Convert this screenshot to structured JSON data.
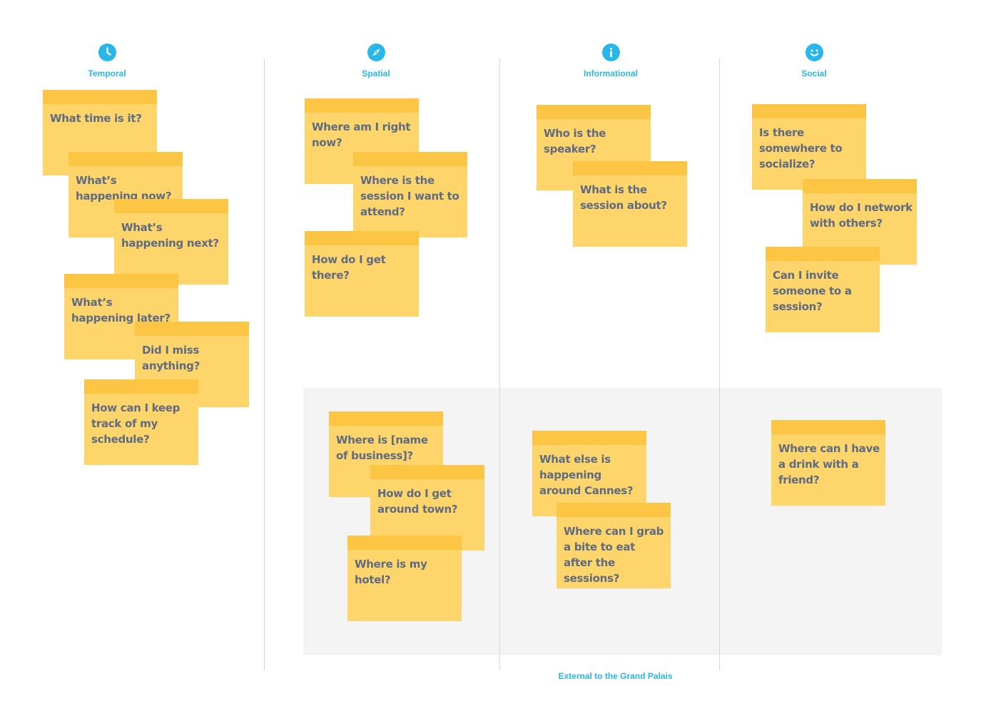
{
  "columns": {
    "temporal": {
      "label": "Temporal",
      "icon": "clock-icon"
    },
    "spatial": {
      "label": "Spatial",
      "icon": "compass-icon"
    },
    "informational": {
      "label": "Informational",
      "icon": "info-icon"
    },
    "social": {
      "label": "Social",
      "icon": "smiley-icon"
    }
  },
  "colors": {
    "accent": "#29b6e8",
    "note": "#fdd56b",
    "note_tab": "#fcc644",
    "note_text": "#5f6b80",
    "zone": "#f4f4f4"
  },
  "external_label": "External to the Grand Palais",
  "notes": {
    "temporal": [
      "What time is it?",
      "What’s happening now?",
      "What’s happening next?",
      "What’s happening later?",
      "Did I miss anything?",
      "How can I keep track of my schedule?"
    ],
    "spatial": [
      "Where am I right now?",
      "Where is the session I want to attend?",
      "How do I get there?"
    ],
    "informational": [
      "Who is the speaker?",
      "What is the session about?"
    ],
    "social": [
      "Is there somewhere to socialize?",
      "How do I network with others?",
      "Can I invite someone to a session?"
    ],
    "spatial_external": [
      "Where is [name of business]?",
      "How do I get around town?",
      "Where is my hotel?"
    ],
    "informational_external": [
      "What else is happening around Cannes?",
      "Where can I grab a bite to eat after the sessions?"
    ],
    "social_external": [
      "Where can I have a drink with a friend?"
    ]
  }
}
